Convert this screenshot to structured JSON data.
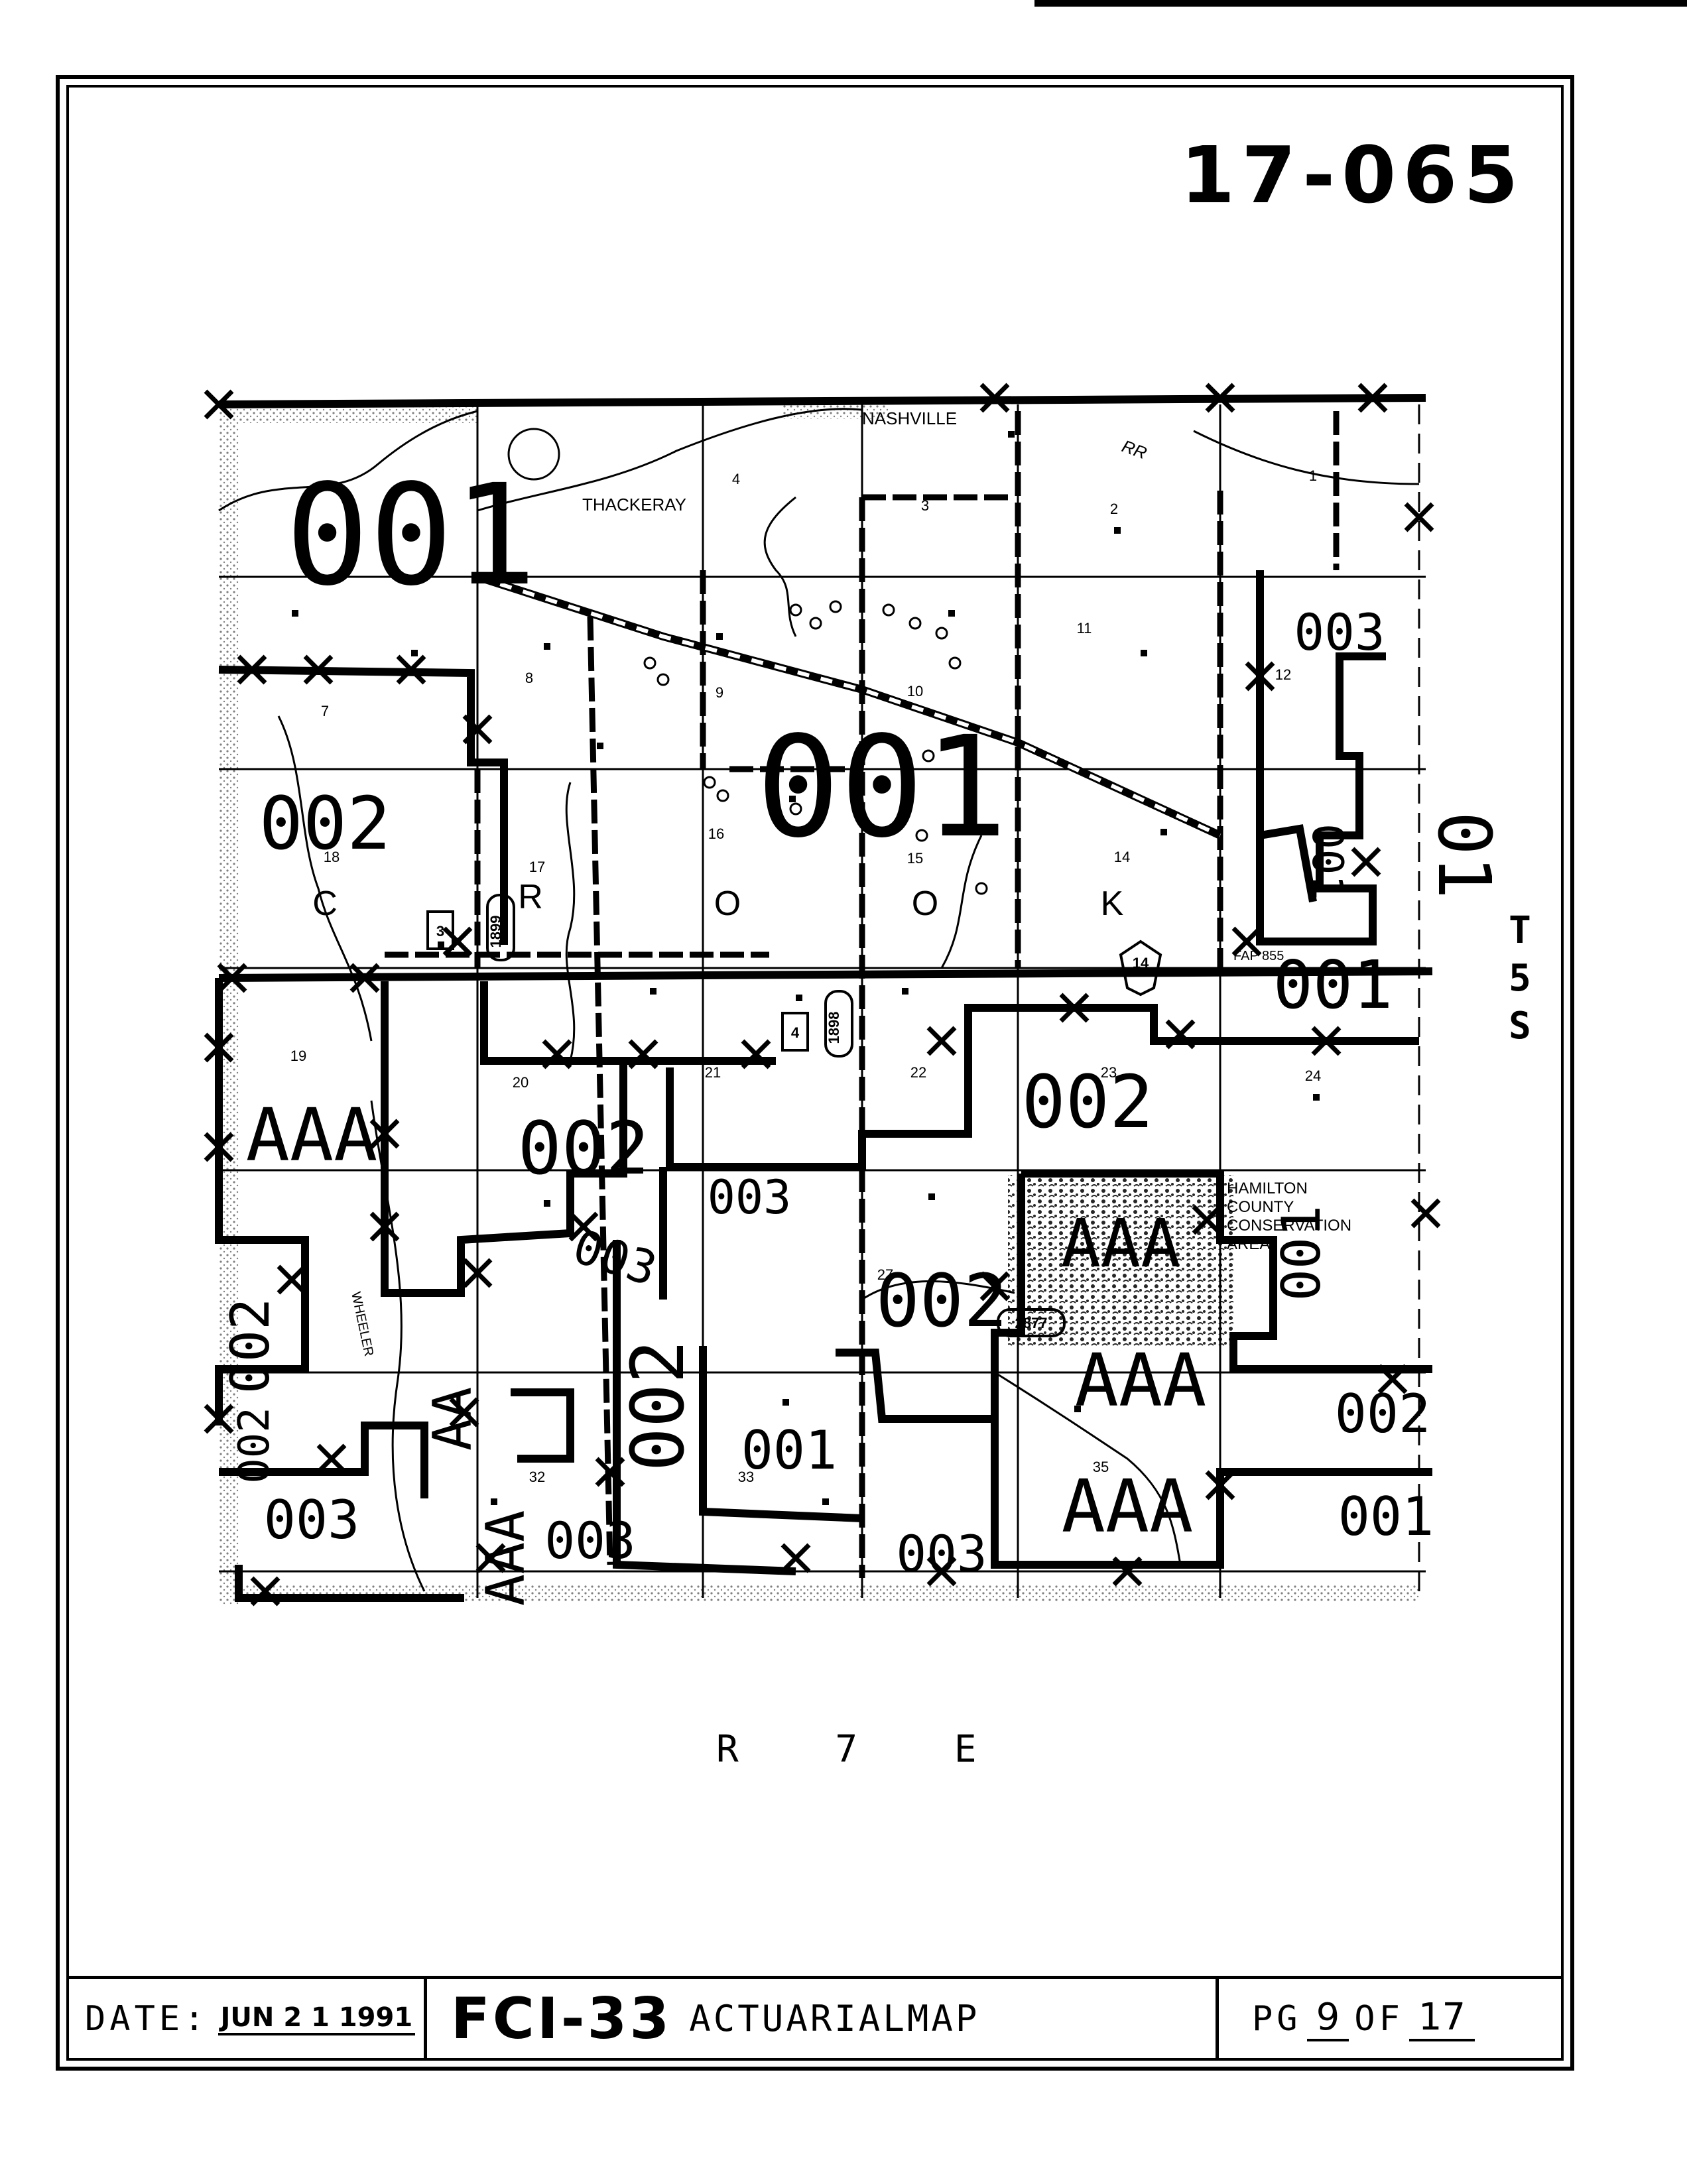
{
  "map_id": "17-065",
  "side_label": [
    "T",
    "5",
    "S"
  ],
  "bottom_label": "R 7 E",
  "footer": {
    "date_label": "DATE:",
    "date_value": "JUN 2 1 1991",
    "code": "FCI-33",
    "subtitle": "ACTUARIALMAP",
    "page_prefix": "PG",
    "page_number": "9",
    "page_of": "OF",
    "page_total": "17"
  },
  "places": {
    "nashville": "NASHVILLE",
    "thackeray": "THACKERAY",
    "rr": "RR",
    "wheeler": "WHEELER",
    "fap": "FAP 855",
    "hamilton": [
      "HAMILTON",
      "COUNTY",
      "CONSERVATION",
      "AREA"
    ]
  },
  "county_letters": [
    "C",
    "R",
    "O",
    "O",
    "K"
  ],
  "sections": [
    "1",
    "2",
    "3",
    "4",
    "7",
    "8",
    "9",
    "10",
    "11",
    "12",
    "14",
    "15",
    "16",
    "17",
    "18",
    "19",
    "20",
    "21",
    "22",
    "23",
    "24",
    "27",
    "32",
    "33",
    "35"
  ],
  "routes": [
    "1899",
    "1898",
    "2877",
    "14",
    "3",
    "4"
  ],
  "zones": [
    {
      "code": "001",
      "size": "xl"
    },
    {
      "code": "001",
      "size": "xl"
    },
    {
      "code": "003",
      "size": "m"
    },
    {
      "code": "002",
      "size": "l"
    },
    {
      "code": "001",
      "size": "m"
    },
    {
      "code": "AAA",
      "size": "l"
    },
    {
      "code": "002",
      "size": "l"
    },
    {
      "code": "002",
      "size": "l"
    },
    {
      "code": "003",
      "size": "s"
    },
    {
      "code": "003",
      "size": "s"
    },
    {
      "code": "AAA",
      "size": "l"
    },
    {
      "code": "002",
      "size": "l"
    },
    {
      "code": "AAA",
      "size": "l"
    },
    {
      "code": "AAA",
      "size": "l"
    },
    {
      "code": "002",
      "size": "m"
    },
    {
      "code": "001",
      "size": "m"
    },
    {
      "code": "001",
      "size": "s"
    },
    {
      "code": "003",
      "size": "s"
    },
    {
      "code": "003",
      "size": "s"
    },
    {
      "code": "003",
      "size": "s"
    },
    {
      "code": "002",
      "size": "m"
    },
    {
      "code": "AA",
      "size": "m"
    },
    {
      "code": "AAA",
      "size": "m"
    },
    {
      "code": "002",
      "size": "l"
    },
    {
      "code": "001",
      "size": "m"
    },
    {
      "code": "01",
      "size": "l"
    },
    {
      "code": "001",
      "size": "m"
    },
    {
      "code": "002",
      "size": "m"
    }
  ]
}
